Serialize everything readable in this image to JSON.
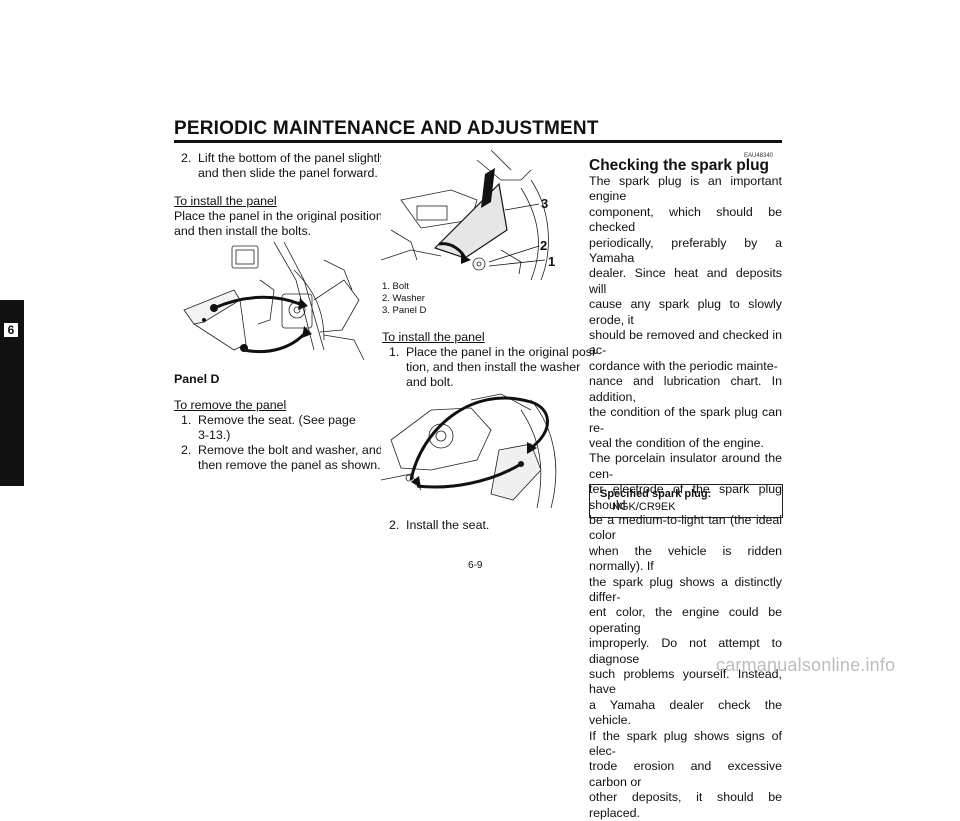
{
  "header": {
    "title": "PERIODIC MAINTENANCE AND ADJUSTMENT"
  },
  "chapter_tab": "6",
  "col1": {
    "step2_num": "2.",
    "step2_line1": "Lift the bottom of the panel slightly,",
    "step2_line2": "and then slide the panel forward.",
    "install_heading": "To install the panel",
    "install_line1": "Place the panel in the original position,",
    "install_line2": "and then install the bolts.",
    "figure_caption": "Panel D",
    "remove_heading": "To remove the panel",
    "remove1_num": "1.",
    "remove1_line1": "Remove  the  seat.  (See  page",
    "remove1_line2": "3-13.)",
    "remove2_num": "2.",
    "remove2_line1": "Remove the bolt and washer, and",
    "remove2_line2": "then remove the panel as shown."
  },
  "col2": {
    "callouts": [
      "3",
      "2",
      "1"
    ],
    "legend": [
      "1. Bolt",
      "2. Washer",
      "3. Panel D"
    ],
    "install_heading": "To install the panel",
    "step1_num": "1.",
    "step1_line1": "Place the panel in the original posi-",
    "step1_line2": "tion,  and  then  install  the  washer",
    "step1_line3": "and bolt.",
    "step2_num": "2.",
    "step2_text": "Install the seat."
  },
  "col3": {
    "code": "EAU48340",
    "title": "Checking the spark plug",
    "para": [
      "The spark plug is an important engine",
      "component,  which  should  be  checked",
      "periodically,  preferably  by  a  Yamaha",
      "dealer.  Since  heat  and  deposits  will",
      "cause any spark plug to slowly erode, it",
      "should be removed and checked in ac-",
      "cordance  with  the  periodic  mainte-",
      "nance and lubrication chart. In addition,",
      "the condition of the spark plug can re-",
      "veal the condition of the engine.",
      "The porcelain insulator around the cen-",
      "ter  electrode  of  the  spark  plug  should",
      "be a medium-to-light tan (the ideal color",
      "when the vehicle is ridden normally). If",
      "the spark plug shows a distinctly differ-",
      "ent color, the engine could be operating",
      "improperly. Do not attempt to diagnose",
      "such  problems  yourself.  Instead,  have",
      "a Yamaha dealer check the vehicle.",
      "If the spark plug shows signs of elec-",
      "trode erosion and excessive carbon or",
      "other deposits, it should be replaced."
    ],
    "spec_label": "Specified spark plug:",
    "spec_value": "NGK/CR9EK"
  },
  "page_number": "6-9",
  "footer": "carmanualsonline.info"
}
